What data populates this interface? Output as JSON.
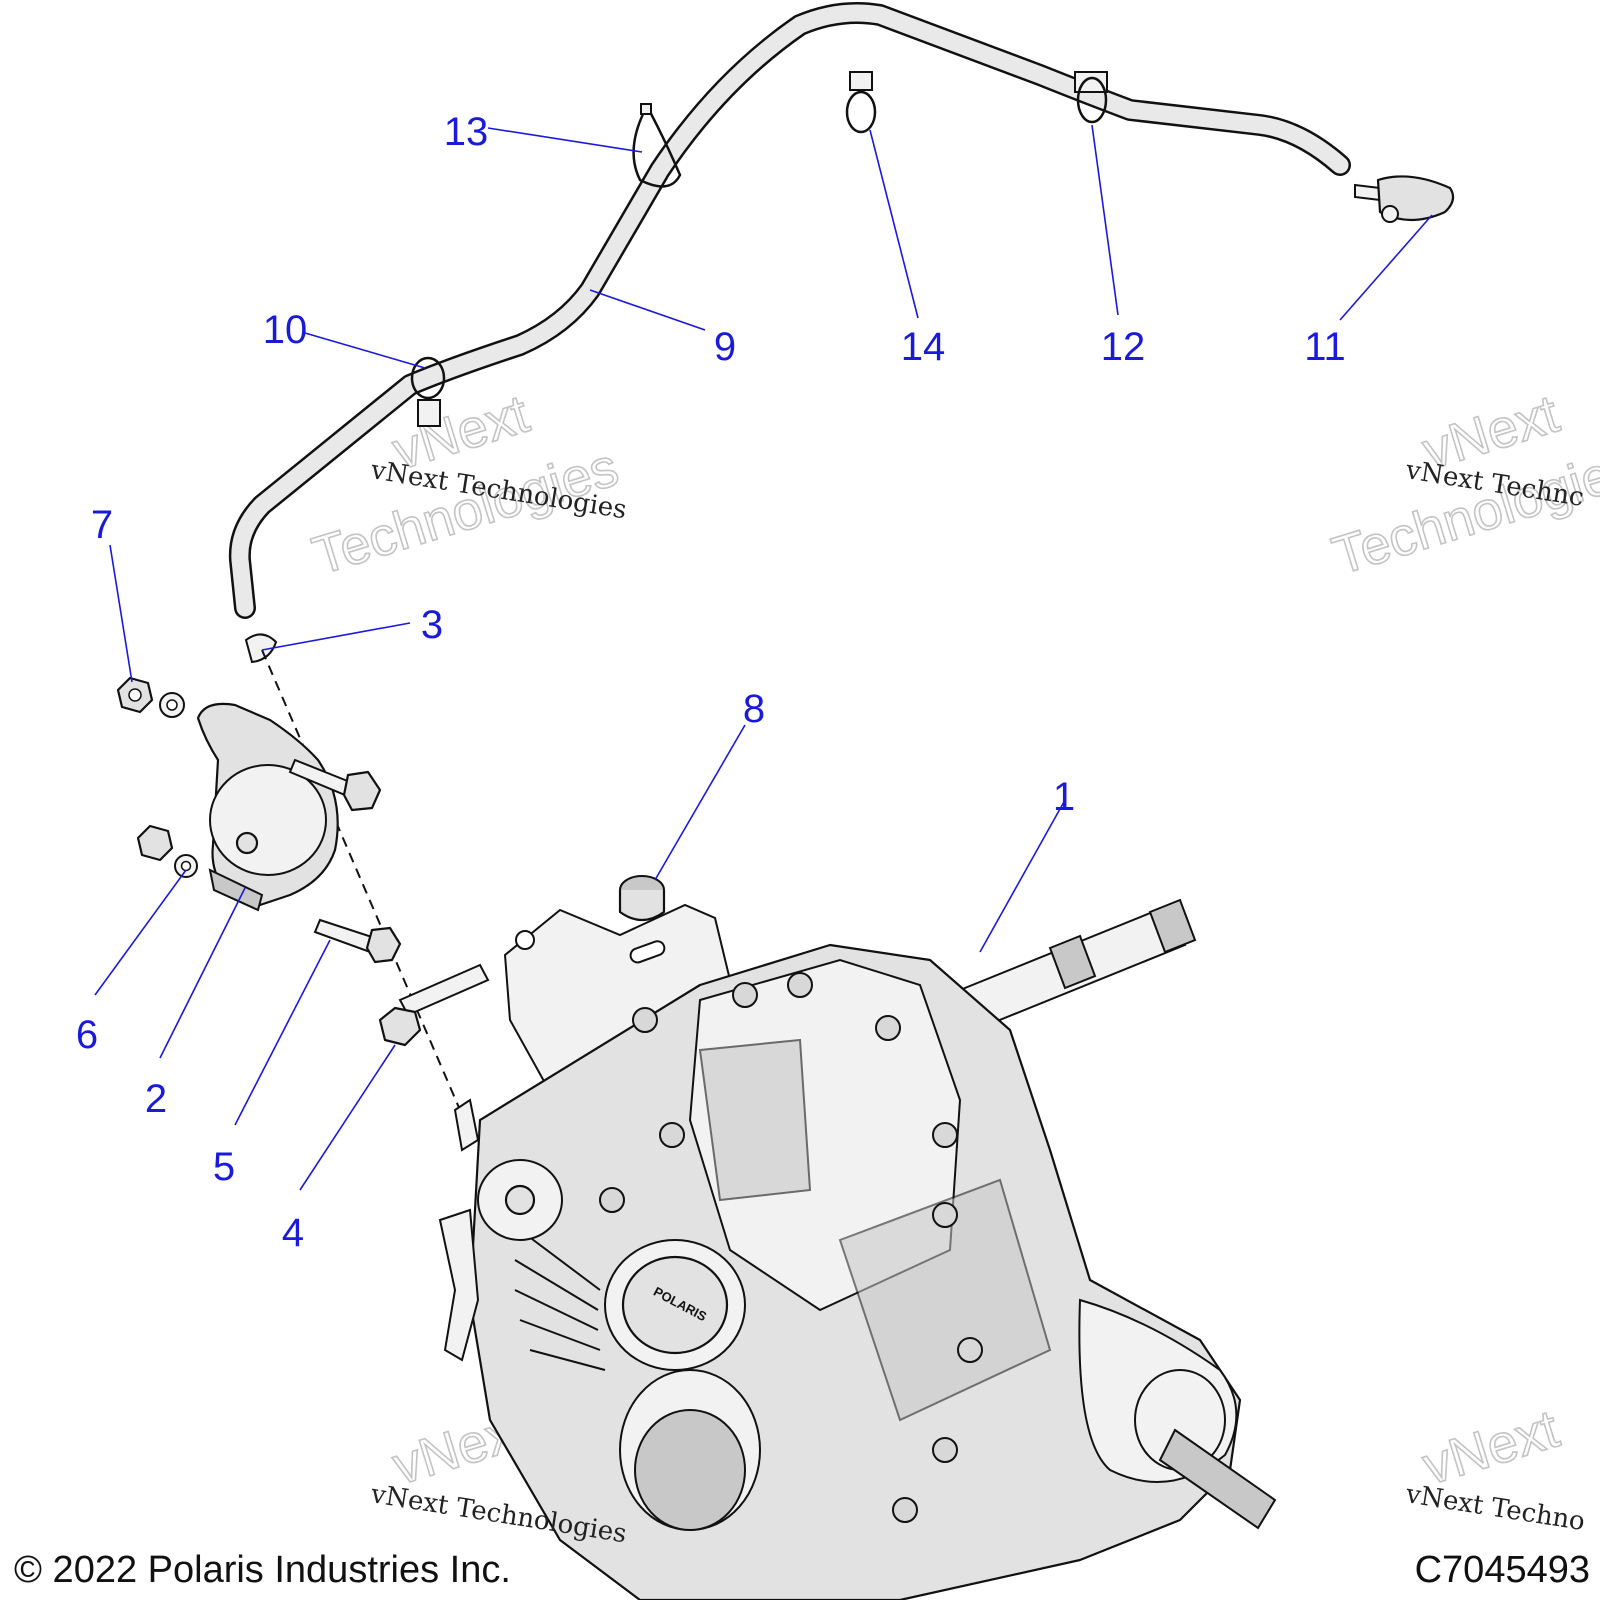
{
  "callouts": [
    {
      "id": "1",
      "label": "1"
    },
    {
      "id": "2",
      "label": "2"
    },
    {
      "id": "3",
      "label": "3"
    },
    {
      "id": "4",
      "label": "4"
    },
    {
      "id": "5",
      "label": "5"
    },
    {
      "id": "6",
      "label": "6"
    },
    {
      "id": "7",
      "label": "7"
    },
    {
      "id": "8",
      "label": "8"
    },
    {
      "id": "9",
      "label": "9"
    },
    {
      "id": "10",
      "label": "10"
    },
    {
      "id": "11",
      "label": "11"
    },
    {
      "id": "12",
      "label": "12"
    },
    {
      "id": "13",
      "label": "13"
    },
    {
      "id": "14",
      "label": "14"
    }
  ],
  "watermark": {
    "brand_line1": "vNext",
    "brand_line2": "Technologies",
    "caption": "vNext Technologies",
    "caption_cut": "vNext Technc",
    "caption_cut2": "vNext Techno"
  },
  "hub_text": "POLARIS",
  "footer": {
    "copyright": "© 2022 Polaris Industries Inc.",
    "drawing_number": "C7045493"
  },
  "colors": {
    "callout": "#1a1adc",
    "linework": "#111111",
    "watermark": "#c4c4c4"
  }
}
